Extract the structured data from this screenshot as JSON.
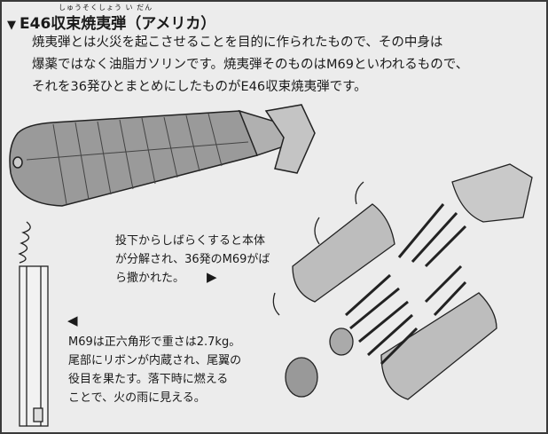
{
  "title": {
    "marker": "▼",
    "text": "E46収束焼夷弾（アメリカ）",
    "ruby": "しゅうそくしょう い だん"
  },
  "body_lines": [
    "焼夷弾とは火災を起こさせることを目的に作られたもので、その中身は",
    "爆薬ではなく油脂ガソリンです。焼夷弾そのものはM69といわれるもので、",
    "それを36発ひとまとめにしたものがE46収束焼夷弾です。"
  ],
  "caption_dispersal": [
    "投下からしばらくすると本体",
    "が分解され、36発のM69がば",
    "ら撒かれた。"
  ],
  "caption_m69": [
    "M69は正六角形で重さは2.7kg。",
    "尾部にリボンが内蔵され、尾翼の",
    "役目を果たす。落下時に燃える",
    "ことで、火の雨に見える。"
  ],
  "arrows": {
    "right": "▶",
    "left": "◀"
  }
}
